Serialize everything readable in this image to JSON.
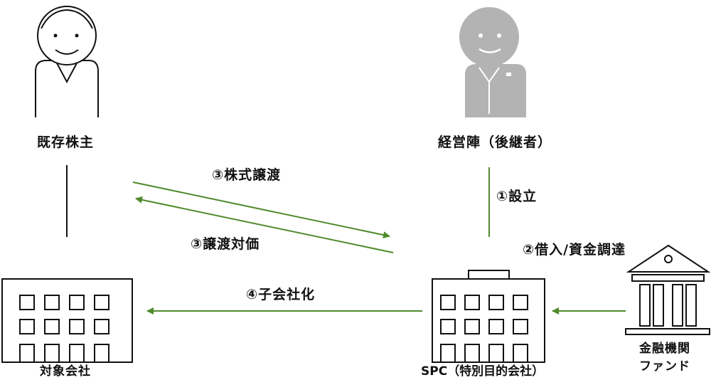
{
  "colors": {
    "arrow": "#4f8a2b",
    "line": "#111111",
    "successor_fill": "#b3b3b3",
    "background": "#ffffff"
  },
  "icons": {
    "shareholder": "person-outline-icon",
    "successor": "person-gray-icon",
    "target_company": "office-building-icon",
    "spc": "office-building-icon",
    "financial_institution": "bank-icon"
  },
  "nodes": {
    "existing_shareholders": "既存株主",
    "management_successor": "経営陣（後継者）",
    "target_company": "対象会社",
    "spc": "SPC（特別目的会社）",
    "financial_institution_line1": "金融機関",
    "financial_institution_line2": "ファンド"
  },
  "flows": {
    "establish": "①設立",
    "borrow_fundraise": "②借入/資金調達",
    "share_transfer": "③株式譲渡",
    "transfer_consideration": "③譲渡対価",
    "subsidiarization": "④子会社化"
  }
}
